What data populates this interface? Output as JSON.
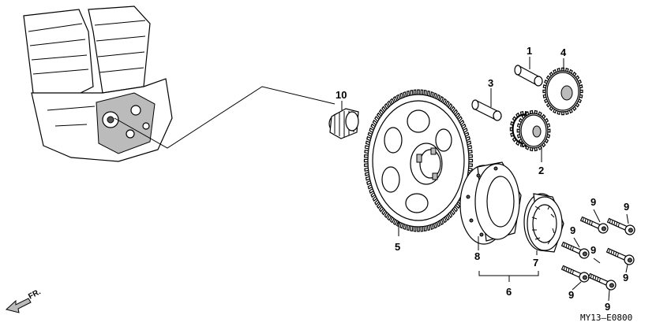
{
  "labels": {
    "l1": "1",
    "l2": "2",
    "l3": "3",
    "l4": "4",
    "l5": "5",
    "l6": "6",
    "l7": "7",
    "l8": "8",
    "l10": "10",
    "l9a": "9",
    "l9b": "9",
    "l9c": "9",
    "l9d": "9",
    "l9e": "9",
    "l9f": "9",
    "l9g": "9"
  },
  "direction_label": "FR.",
  "diagram_code": "MY13–E0800"
}
